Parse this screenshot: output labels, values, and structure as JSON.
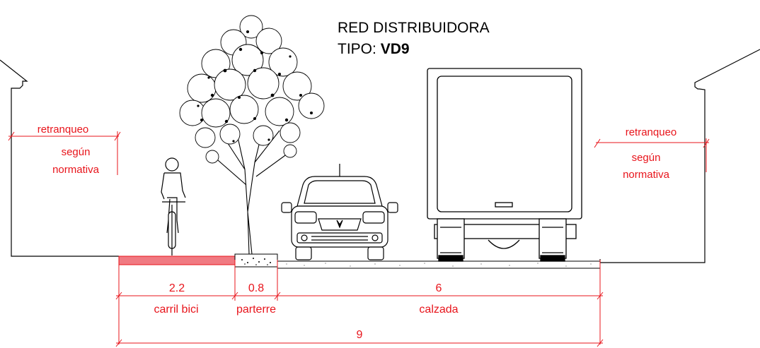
{
  "title": {
    "line1": "RED DISTRIBUIDORA",
    "line2_prefix": "TIPO: ",
    "line2_code": "VD9"
  },
  "setback_left": {
    "line1": "retranqueo",
    "line2": "según",
    "line3": "normativa"
  },
  "setback_right": {
    "line1": "retranqueo",
    "line2": "según",
    "line3": "normativa"
  },
  "dimensions": [
    {
      "value": "2.2",
      "label": "carril bici"
    },
    {
      "value": "0.8",
      "label": "parterre"
    },
    {
      "value": "6",
      "label": "calzada"
    }
  ],
  "total": {
    "value": "9"
  },
  "colors": {
    "annotation": "#e8141b",
    "bike_lane_fill": "#f07a82",
    "line": "#000000"
  }
}
